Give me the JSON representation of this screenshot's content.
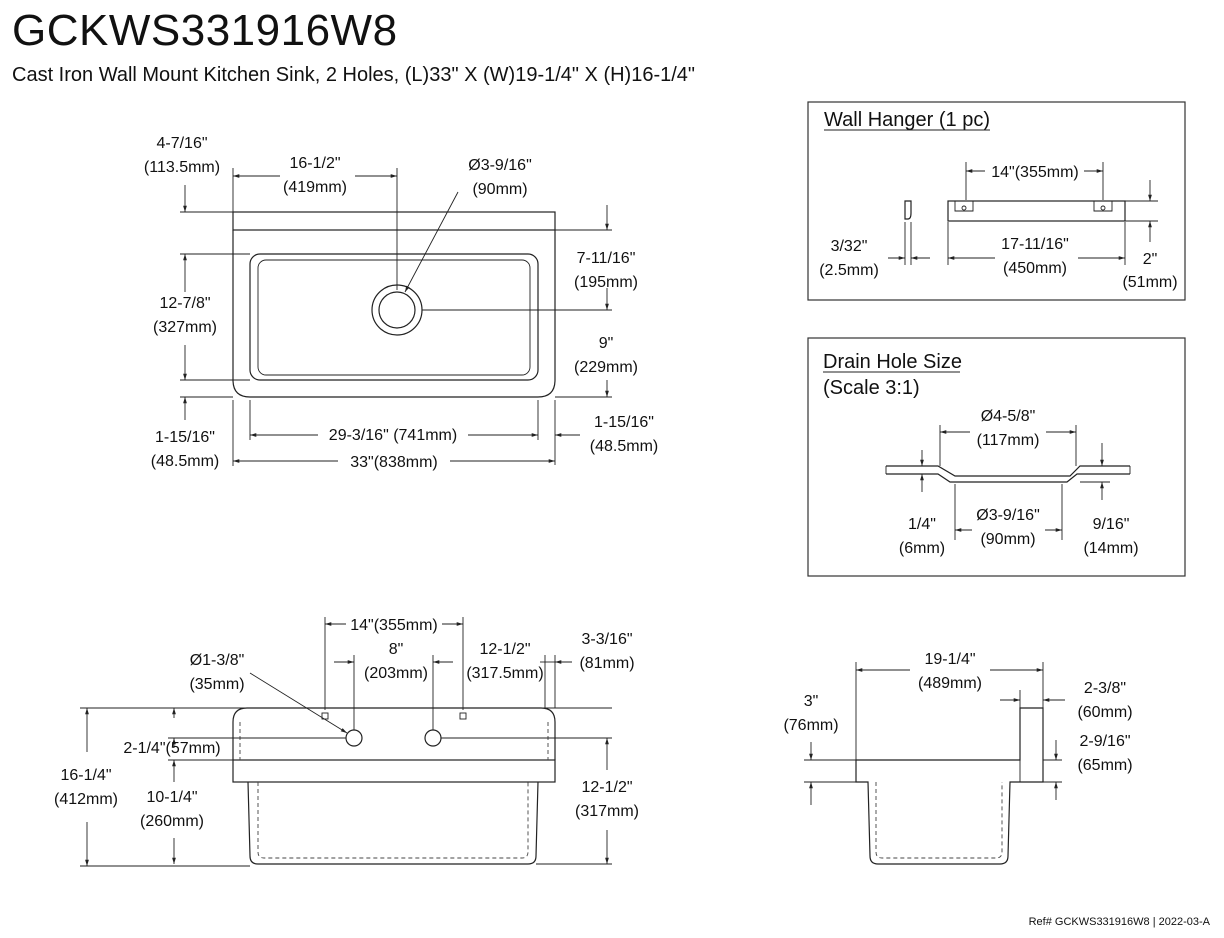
{
  "header": {
    "model": "GCKWS331916W8",
    "description": "Cast Iron Wall Mount Kitchen Sink, 2 Holes, (L)33\" X (W)19-1/4\" X (H)16-1/4\""
  },
  "footer": {
    "ref": "Ref# GCKWS331916W8 | 2022-03-A"
  },
  "top_view": {
    "d_4_7_16": "4-7/16\"",
    "d_4_7_16_mm": "(113.5mm)",
    "d_16_1_2": "16-1/2\"",
    "d_16_1_2_mm": "(419mm)",
    "d_drain": "Ø3-9/16\"",
    "d_drain_mm": "(90mm)",
    "d_7_11_16": "7-11/16\"",
    "d_7_11_16_mm": "(195mm)",
    "d_12_7_8": "12-7/8\"",
    "d_12_7_8_mm": "(327mm)",
    "d_9": "9\"",
    "d_9_mm": "(229mm)",
    "d_1_15_16_r": "1-15/16\"",
    "d_1_15_16_r_mm": "(48.5mm)",
    "d_1_15_16_l": "1-15/16\"",
    "d_1_15_16_l_mm": "(48.5mm)",
    "d_29": "29-3/16\" (741mm)",
    "d_33": "33\"(838mm)"
  },
  "wall_hanger": {
    "title": "Wall Hanger (1 pc)",
    "d_14": "14\"(355mm)",
    "d_3_32": "3/32\"",
    "d_3_32_mm": "(2.5mm)",
    "d_17": "17-11/16\"",
    "d_17_mm": "(450mm)",
    "d_2": "2\"",
    "d_2_mm": "(51mm)"
  },
  "drain_hole": {
    "title": "Drain Hole Size",
    "scale": "(Scale  3:1)",
    "d_4_5_8": "Ø4-5/8\"",
    "d_4_5_8_mm": "(117mm)",
    "d_1_4": "1/4\"",
    "d_1_4_mm": "(6mm)",
    "d_3_9_16": "Ø3-9/16\"",
    "d_3_9_16_mm": "(90mm)",
    "d_9_16": "9/16\"",
    "d_9_16_mm": "(14mm)"
  },
  "front_view": {
    "d_14": "14\"(355mm)",
    "d_8": "8\"",
    "d_8_mm": "(203mm)",
    "d_12_1_2_top": "12-1/2\"",
    "d_12_1_2_top_mm": "(317.5mm)",
    "d_3_3_16": "3-3/16\"",
    "d_3_3_16_mm": "(81mm)",
    "d_hole": "Ø1-3/8\"",
    "d_hole_mm": "(35mm)",
    "d_2_1_4": "2-1/4\"(57mm)",
    "d_16_1_4": "16-1/4\"",
    "d_16_1_4_mm": "(412mm)",
    "d_10_1_4": "10-1/4\"",
    "d_10_1_4_mm": "(260mm)",
    "d_12_1_2": "12-1/2\"",
    "d_12_1_2_mm": "(317mm)"
  },
  "side_view": {
    "d_19_1_4": "19-1/4\"",
    "d_19_1_4_mm": "(489mm)",
    "d_2_3_8": "2-3/8\"",
    "d_2_3_8_mm": "(60mm)",
    "d_3": "3\"",
    "d_3_mm": "(76mm)",
    "d_2_9_16": "2-9/16\"",
    "d_2_9_16_mm": "(65mm)"
  }
}
